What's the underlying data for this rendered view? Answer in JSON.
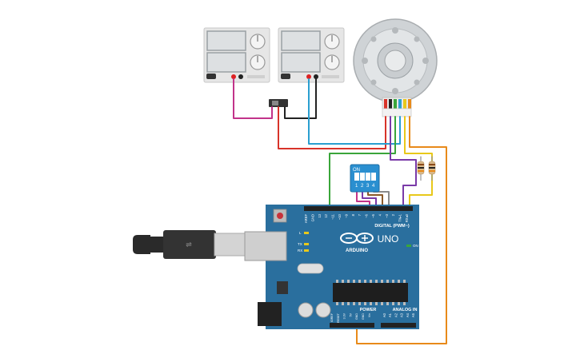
{
  "board": {
    "name_logo": "UNO",
    "brand": "ARDUINO",
    "digital_header_label": "DIGITAL (PWM~)",
    "power_header_label": "POWER",
    "analog_header_label": "ANALOG IN",
    "on_led_label": "ON",
    "tx_label": "TX",
    "rx_label": "RX",
    "l_label": "L",
    "digital_pins": [
      "AREF",
      "GND",
      "13",
      "12",
      "~11",
      "~10",
      "~9",
      "8",
      "7",
      "~6",
      "~5",
      "4",
      "~3",
      "2",
      "TX▸1",
      "RX◂0"
    ],
    "power_pins": [
      "IOREF",
      "RESET",
      "3.3V",
      "5V",
      "GND",
      "GND",
      "Vin"
    ],
    "analog_pins": [
      "A0",
      "A1",
      "A2",
      "A3",
      "A4",
      "A5"
    ]
  },
  "dip_switch": {
    "on_label": "ON",
    "switch_numbers": [
      "1",
      "2",
      "3",
      "4"
    ]
  },
  "colors": {
    "board_blue": "#2a6f9e",
    "wire_magenta": "#c2338a",
    "wire_black": "#222222",
    "wire_red": "#d8332a",
    "wire_cyan": "#2a9fd0",
    "wire_green": "#3aa53a",
    "wire_orange": "#e88a1a",
    "wire_yellow": "#e8c81a",
    "wire_purple": "#7a3aa8",
    "wire_brown": "#8a5a2a",
    "wire_grey": "#8a8a8a",
    "wire_pink": "#d86aa8"
  }
}
